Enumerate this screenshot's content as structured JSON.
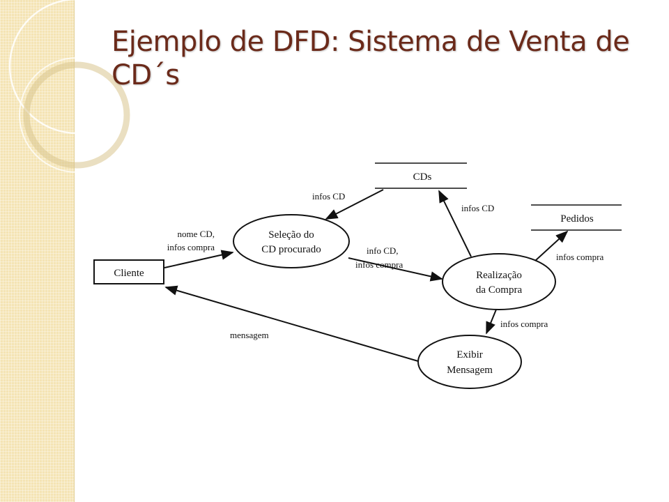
{
  "slide": {
    "title": "Ejemplo de DFD: Sistema de Venta de CD´s"
  },
  "diagram": {
    "external_entities": {
      "cliente": "Cliente"
    },
    "processes": {
      "selecao": [
        "Seleção do",
        "CD procurado"
      ],
      "realizacao": [
        "Realização",
        "da Compra"
      ],
      "exibir": [
        "Exibir",
        "Mensagem"
      ]
    },
    "data_stores": {
      "cds": "CDs",
      "pedidos": "Pedidos"
    },
    "flows": {
      "cliente_to_selecao": [
        "nome CD,",
        "infos compra"
      ],
      "cds_to_selecao": "infos CD",
      "selecao_to_realizacao": [
        "info CD,",
        "infos compra"
      ],
      "realizacao_to_cds": "infos CD",
      "realizacao_to_pedidos": "infos compra",
      "realizacao_to_exibir": "infos compra",
      "exibir_to_cliente": "mensagem"
    }
  }
}
